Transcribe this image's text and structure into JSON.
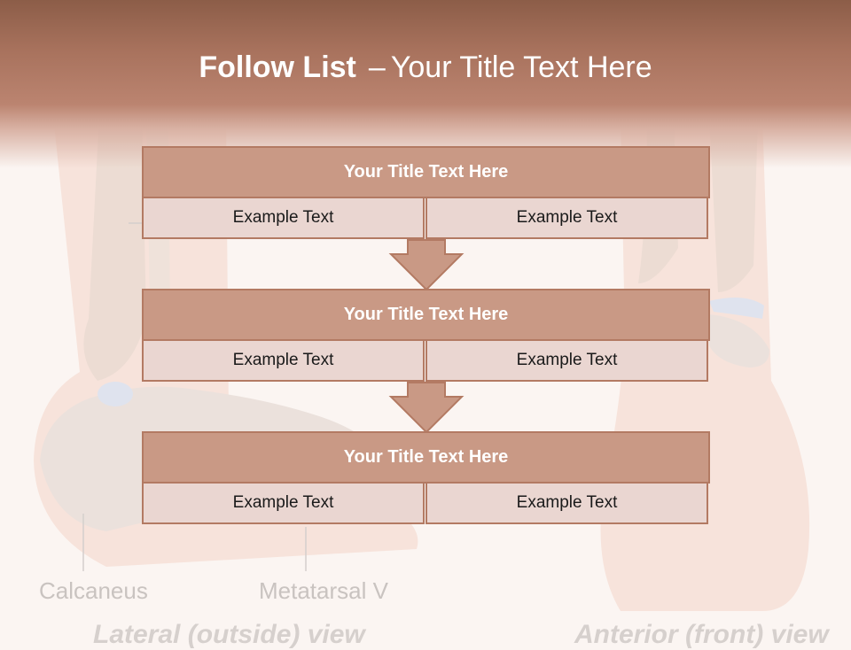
{
  "title": {
    "bold": "Follow List",
    "dash": "–",
    "rest": "Your Title Text Here"
  },
  "steps": [
    {
      "title": "Your Title Text Here",
      "left": "Example Text",
      "right": "Example Text"
    },
    {
      "title": "Your Title Text Here",
      "left": "Example Text",
      "right": "Example Text"
    },
    {
      "title": "Your Title Text Here",
      "left": "Example Text",
      "right": "Example Text"
    }
  ],
  "background_labels": {
    "calcaneus": "Calcaneus",
    "metatarsal": "Metatarsal V",
    "lateral_view": "Lateral (outside) view",
    "anterior_view": "Anterior (front) view"
  },
  "colors": {
    "header": "#a8725d",
    "box_head": "#c99985",
    "box_cell": "#ead6d1",
    "border": "#b37a63"
  }
}
